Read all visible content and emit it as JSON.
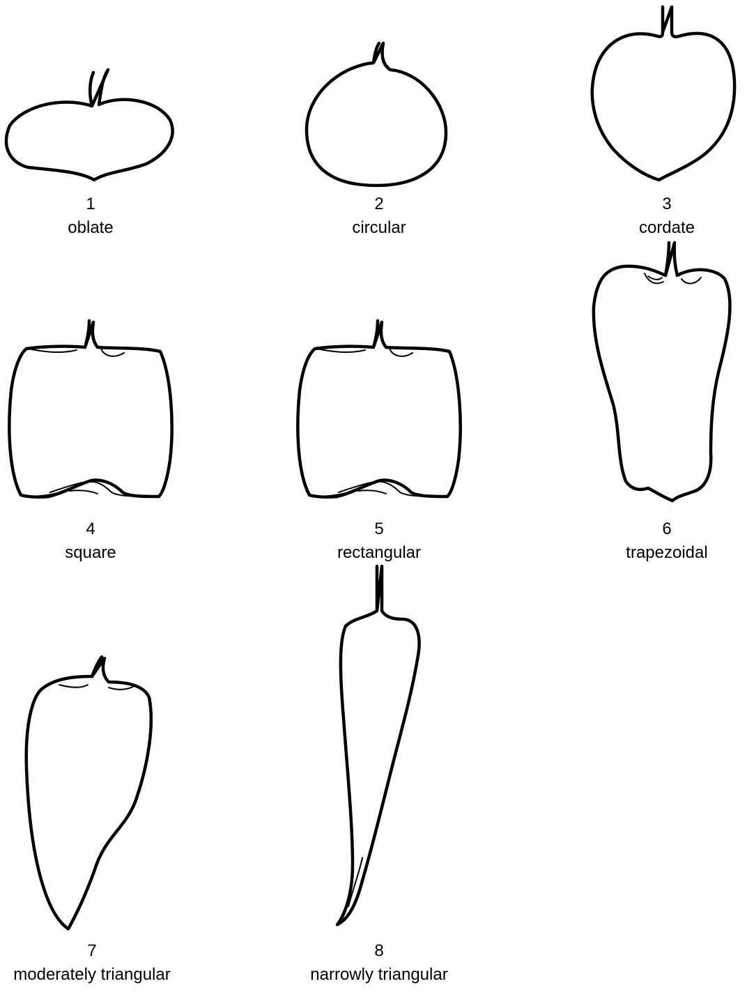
{
  "figure": {
    "items": [
      {
        "number": "1",
        "name": "oblate",
        "icon": "oblate-fruit-outline"
      },
      {
        "number": "2",
        "name": "circular",
        "icon": "circular-fruit-outline"
      },
      {
        "number": "3",
        "name": "cordate",
        "icon": "cordate-fruit-outline"
      },
      {
        "number": "4",
        "name": "square",
        "icon": "square-fruit-outline"
      },
      {
        "number": "5",
        "name": "rectangular",
        "icon": "rectangular-fruit-outline"
      },
      {
        "number": "6",
        "name": "trapezoidal",
        "icon": "trapezoidal-fruit-outline"
      },
      {
        "number": "7",
        "name": "moderately triangular",
        "icon": "moderately-triangular-fruit-outline"
      },
      {
        "number": "8",
        "name": "narrowly triangular",
        "icon": "narrowly-triangular-fruit-outline"
      }
    ]
  }
}
